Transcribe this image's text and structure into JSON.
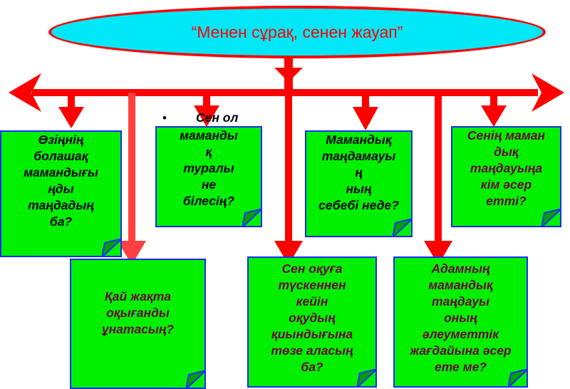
{
  "title": "“Менен сұрақ, сенен жауап”",
  "colors": {
    "arrow": "#ff0000",
    "note_fill": "#00f000",
    "note_border": "#1a2bff",
    "ellipse_fill": "#00e8f8",
    "dark_text": "#6b0a3a"
  },
  "notes": [
    {
      "text": "Өзіңнің\nболашақ\nмамандығы\nңды\nтаңдадың\nба?"
    },
    {
      "above": "Сен ол",
      "text": "маманды\nқ\nтуралы\nне\nбілесің?"
    },
    {
      "text": "Мамандық\nтаңдамауы\nң\nның\nсебебі неде?"
    },
    {
      "text": "Сенің маман\nдық\nтаңдауыңа\nкім әсер\nетті?"
    },
    {
      "text": "Қай жақта\nоқығанды\nұнатасың?"
    },
    {
      "text": "Сен оқуға\nтүскеннен\nкейін\nоқудың\nқиындығына\nтөзе аласың\nба?"
    },
    {
      "text": "Адамның\nмамандық\nтаңдауы\nоның\nәлеуметтік\nжағдайына әсер\nете ме?"
    }
  ]
}
